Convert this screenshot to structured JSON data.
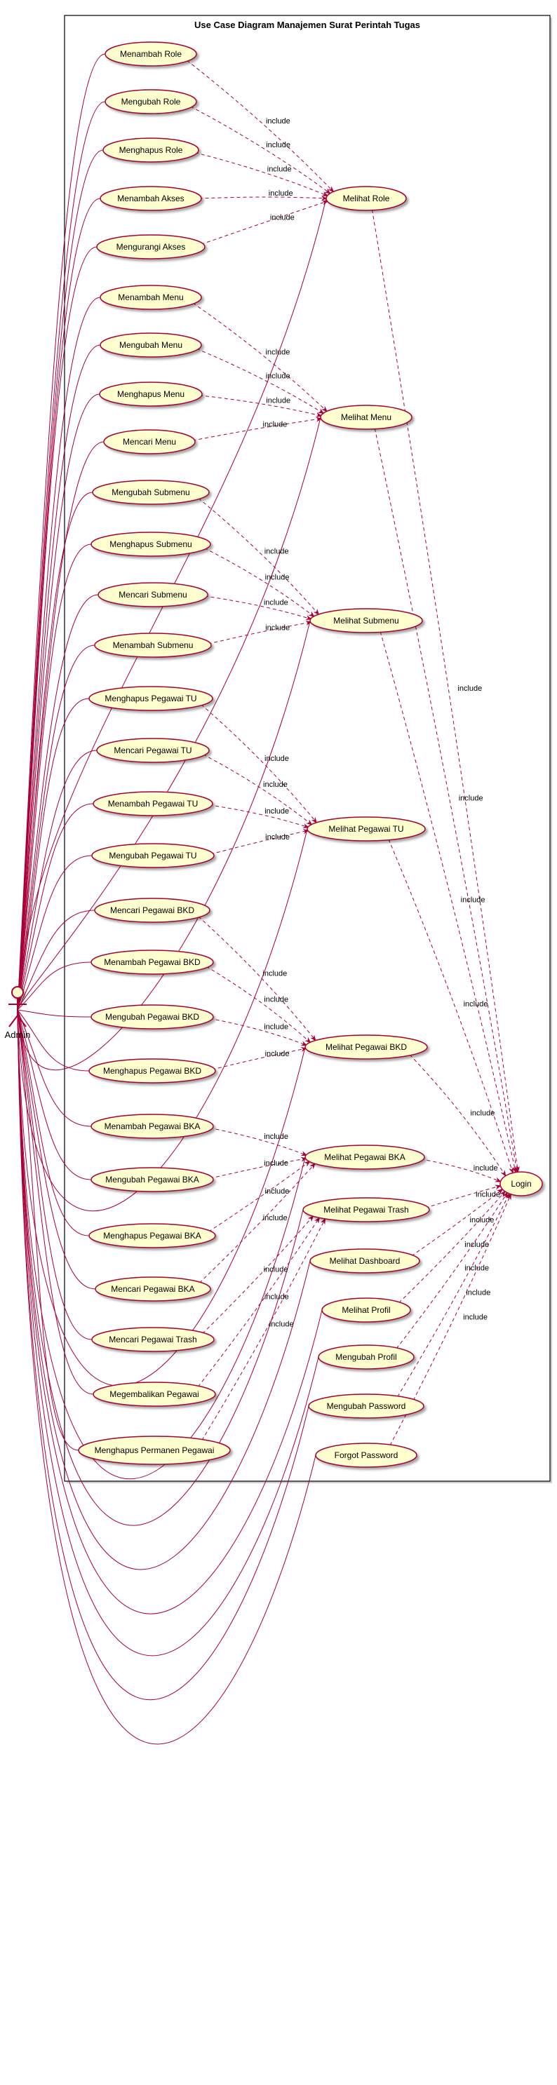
{
  "diagram": {
    "system_title": "Use Case Diagram Manajemen Surat Perintah Tugas",
    "actor": {
      "name": "Admin"
    },
    "include_label": "include",
    "colors": {
      "usecase_fill": "#FEFECE",
      "usecase_stroke": "#A80036",
      "line": "#A80036",
      "boundary": "#000000",
      "text": "#000000"
    },
    "use_cases": [
      {
        "id": "uc-menambah-role",
        "label": "Menambah Role"
      },
      {
        "id": "uc-mengubah-role",
        "label": "Mengubah Role"
      },
      {
        "id": "uc-menghapus-role",
        "label": "Menghapus Role"
      },
      {
        "id": "uc-menambah-akses",
        "label": "Menambah Akses"
      },
      {
        "id": "uc-mengurangi-akses",
        "label": "Mengurangi Akses"
      },
      {
        "id": "uc-menambah-menu",
        "label": "Menambah Menu"
      },
      {
        "id": "uc-mengubah-menu",
        "label": "Mengubah Menu"
      },
      {
        "id": "uc-menghapus-menu",
        "label": "Menghapus Menu"
      },
      {
        "id": "uc-mencari-menu",
        "label": "Mencari Menu"
      },
      {
        "id": "uc-mengubah-submenu",
        "label": "Mengubah Submenu"
      },
      {
        "id": "uc-menghapus-submenu",
        "label": "Menghapus Submenu"
      },
      {
        "id": "uc-mencari-submenu",
        "label": "Mencari Submenu"
      },
      {
        "id": "uc-menambah-submenu",
        "label": "Menambah Submenu"
      },
      {
        "id": "uc-menghapus-pegawai-tu",
        "label": "Menghapus Pegawai TU"
      },
      {
        "id": "uc-mencari-pegawai-tu",
        "label": "Mencari Pegawai TU"
      },
      {
        "id": "uc-menambah-pegawai-tu",
        "label": "Menambah Pegawai TU"
      },
      {
        "id": "uc-mengubah-pegawai-tu",
        "label": "Mengubah Pegawai TU"
      },
      {
        "id": "uc-mencari-pegawai-bkd",
        "label": "Mencari Pegawai BKD"
      },
      {
        "id": "uc-menambah-pegawai-bkd",
        "label": "Menambah Pegawai BKD"
      },
      {
        "id": "uc-mengubah-pegawai-bkd",
        "label": "Mengubah Pegawai BKD"
      },
      {
        "id": "uc-menghapus-pegawai-bkd",
        "label": "Menghapus Pegawai BKD"
      },
      {
        "id": "uc-menambah-pegawai-bka",
        "label": "Menambah Pegawai BKA"
      },
      {
        "id": "uc-mengubah-pegawai-bka",
        "label": "Mengubah Pegawai BKA"
      },
      {
        "id": "uc-menghapus-pegawai-bka",
        "label": "Menghapus Pegawai BKA"
      },
      {
        "id": "uc-mencari-pegawai-bka",
        "label": "Mencari Pegawai BKA"
      },
      {
        "id": "uc-mencari-pegawai-trash",
        "label": "Mencari Pegawai Trash"
      },
      {
        "id": "uc-mengembalikan-pegawai",
        "label": "Megembalikan Pegawai"
      },
      {
        "id": "uc-menghapus-permanen-pegawai",
        "label": "Menghapus Permanen Pegawai"
      },
      {
        "id": "uc-melihat-role",
        "label": "Melihat Role"
      },
      {
        "id": "uc-melihat-menu",
        "label": "Melihat Menu"
      },
      {
        "id": "uc-melihat-submenu",
        "label": "Melihat Submenu"
      },
      {
        "id": "uc-melihat-pegawai-tu",
        "label": "Melihat Pegawai TU"
      },
      {
        "id": "uc-melihat-pegawai-bkd",
        "label": "Melihat Pegawai BKD"
      },
      {
        "id": "uc-melihat-pegawai-bka",
        "label": "Melihat Pegawai BKA"
      },
      {
        "id": "uc-melihat-pegawai-trash",
        "label": "Melihat Pegawai Trash"
      },
      {
        "id": "uc-melihat-dashboard",
        "label": "Melihat Dashboard"
      },
      {
        "id": "uc-melihat-profil",
        "label": "Melihat Profil"
      },
      {
        "id": "uc-mengubah-profil",
        "label": "Mengubah Profil"
      },
      {
        "id": "uc-mengubah-password",
        "label": "Mengubah Password"
      },
      {
        "id": "uc-forgot-password",
        "label": "Forgot Password"
      },
      {
        "id": "uc-login",
        "label": "Login"
      }
    ],
    "includes": [
      [
        "uc-menambah-role",
        "uc-melihat-role"
      ],
      [
        "uc-mengubah-role",
        "uc-melihat-role"
      ],
      [
        "uc-menghapus-role",
        "uc-melihat-role"
      ],
      [
        "uc-menambah-akses",
        "uc-melihat-role"
      ],
      [
        "uc-mengurangi-akses",
        "uc-melihat-role"
      ],
      [
        "uc-menambah-menu",
        "uc-melihat-menu"
      ],
      [
        "uc-mengubah-menu",
        "uc-melihat-menu"
      ],
      [
        "uc-menghapus-menu",
        "uc-melihat-menu"
      ],
      [
        "uc-mencari-menu",
        "uc-melihat-menu"
      ],
      [
        "uc-mengubah-submenu",
        "uc-melihat-submenu"
      ],
      [
        "uc-menghapus-submenu",
        "uc-melihat-submenu"
      ],
      [
        "uc-mencari-submenu",
        "uc-melihat-submenu"
      ],
      [
        "uc-menambah-submenu",
        "uc-melihat-submenu"
      ],
      [
        "uc-menghapus-pegawai-tu",
        "uc-melihat-pegawai-tu"
      ],
      [
        "uc-mencari-pegawai-tu",
        "uc-melihat-pegawai-tu"
      ],
      [
        "uc-menambah-pegawai-tu",
        "uc-melihat-pegawai-tu"
      ],
      [
        "uc-mengubah-pegawai-tu",
        "uc-melihat-pegawai-tu"
      ],
      [
        "uc-mencari-pegawai-bkd",
        "uc-melihat-pegawai-bkd"
      ],
      [
        "uc-menambah-pegawai-bkd",
        "uc-melihat-pegawai-bkd"
      ],
      [
        "uc-mengubah-pegawai-bkd",
        "uc-melihat-pegawai-bkd"
      ],
      [
        "uc-menghapus-pegawai-bkd",
        "uc-melihat-pegawai-bkd"
      ],
      [
        "uc-menambah-pegawai-bka",
        "uc-melihat-pegawai-bka"
      ],
      [
        "uc-mengubah-pegawai-bka",
        "uc-melihat-pegawai-bka"
      ],
      [
        "uc-menghapus-pegawai-bka",
        "uc-melihat-pegawai-bka"
      ],
      [
        "uc-mencari-pegawai-bka",
        "uc-melihat-pegawai-bka"
      ],
      [
        "uc-mencari-pegawai-trash",
        "uc-melihat-pegawai-trash"
      ],
      [
        "uc-mengembalikan-pegawai",
        "uc-melihat-pegawai-trash"
      ],
      [
        "uc-menghapus-permanen-pegawai",
        "uc-melihat-pegawai-trash"
      ],
      [
        "uc-melihat-role",
        "uc-login"
      ],
      [
        "uc-melihat-menu",
        "uc-login"
      ],
      [
        "uc-melihat-submenu",
        "uc-login"
      ],
      [
        "uc-melihat-pegawai-tu",
        "uc-login"
      ],
      [
        "uc-melihat-pegawai-bkd",
        "uc-login"
      ],
      [
        "uc-melihat-pegawai-bka",
        "uc-login"
      ],
      [
        "uc-melihat-pegawai-trash",
        "uc-login"
      ],
      [
        "uc-melihat-dashboard",
        "uc-login"
      ],
      [
        "uc-melihat-profil",
        "uc-login"
      ],
      [
        "uc-mengubah-profil",
        "uc-login"
      ],
      [
        "uc-mengubah-password",
        "uc-login"
      ],
      [
        "uc-forgot-password",
        "uc-login"
      ]
    ]
  }
}
